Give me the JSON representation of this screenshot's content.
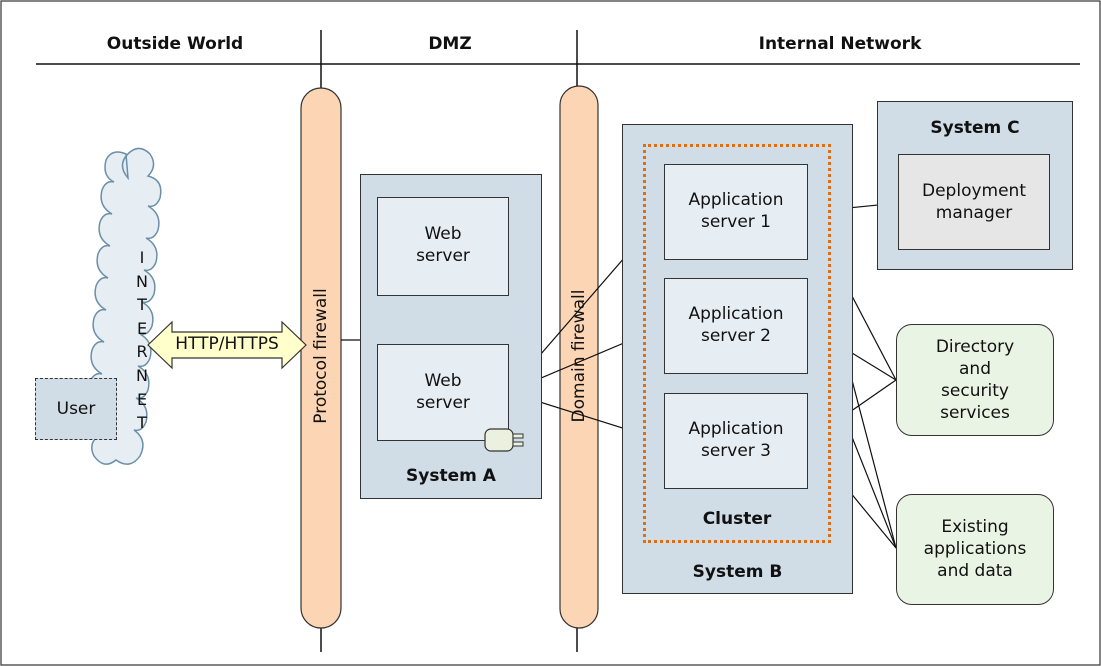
{
  "zones": {
    "outside": "Outside World",
    "dmz": "DMZ",
    "internal": "Internal Network"
  },
  "user": "User",
  "internet": [
    "I",
    "N",
    "T",
    "E",
    "R",
    "N",
    "E",
    "T"
  ],
  "protocol_arrow": "HTTP/HTTPS",
  "protocol_firewall": "Protocol firewall",
  "domain_firewall": "Domain firewall",
  "system_a": {
    "title": "System A",
    "web_server_top": [
      "Web",
      "server"
    ],
    "web_server_bottom": [
      "Web",
      "server"
    ]
  },
  "system_b": {
    "title": "System B",
    "cluster": "Cluster",
    "app_servers": [
      [
        "Application",
        "server 1"
      ],
      [
        "Application",
        "server 2"
      ],
      [
        "Application",
        "server 3"
      ]
    ]
  },
  "system_c": {
    "title": "System C",
    "deployment_manager": [
      "Deployment",
      "manager"
    ]
  },
  "directory": [
    "Directory",
    "and",
    "security",
    "services"
  ],
  "existing": [
    "Existing",
    "applications",
    "and data"
  ],
  "colors": {
    "firewall": "#fcd5b4",
    "system_bg": "#d0dce6",
    "server_bg": "#e6edf3",
    "service_bg": "#eaf4e4",
    "cluster_border": "#e46c0a",
    "arrow_fill": "#ffffcc",
    "cloud_fill": "#e6edf3",
    "dm_bg": "#e6e6e6"
  }
}
